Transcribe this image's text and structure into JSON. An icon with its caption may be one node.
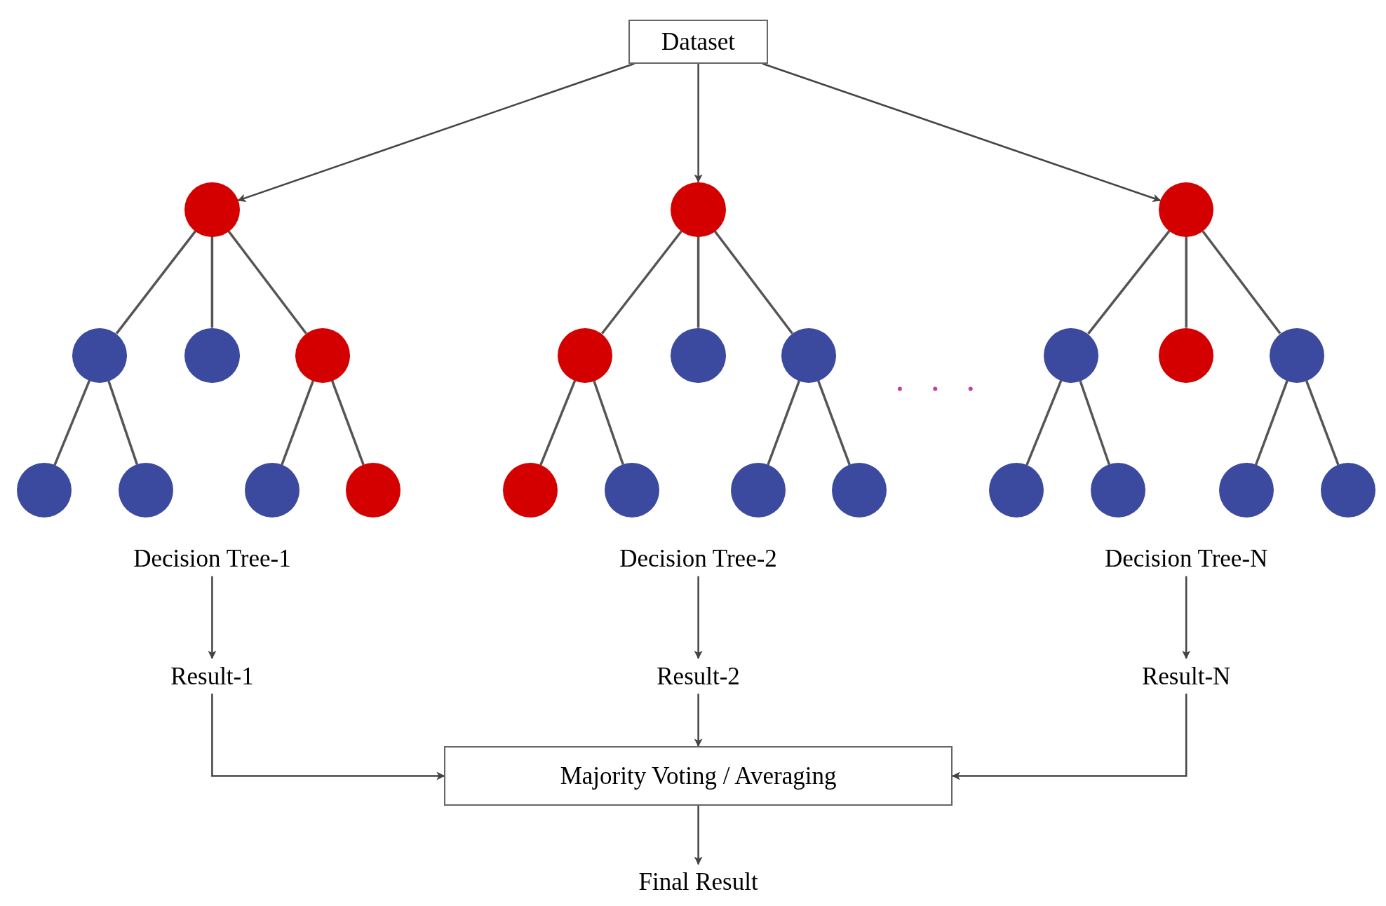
{
  "diagram": {
    "nodes": [
      {
        "text": [
          "Dataset"
        ]
      },
      {
        "text": [],
        "shape": "circle"
      },
      {
        "text": [],
        "shape": "circle"
      },
      {
        "text": [],
        "shape": "circle"
      },
      {
        "text": [],
        "shape": "circle"
      },
      {
        "text": [],
        "shape": "circle"
      },
      {
        "text": [],
        "shape": "circle"
      },
      {
        "text": [],
        "shape": "circle"
      },
      {
        "text": [],
        "shape": "circle"
      },
      {
        "text": [],
        "shape": "circle"
      },
      {
        "text": [],
        "shape": "circle"
      },
      {
        "text": [],
        "shape": "circle"
      },
      {
        "text": [],
        "shape": "circle"
      },
      {
        "text": [],
        "shape": "circle"
      },
      {
        "text": [],
        "shape": "circle"
      },
      {
        "text": [],
        "shape": "circle"
      },
      {
        "text": [],
        "shape": "circle"
      },
      {
        "text": [],
        "shape": "circle"
      },
      {
        "text": [],
        "shape": "circle"
      },
      {
        "text": [],
        "shape": "circle"
      },
      {
        "text": [],
        "shape": "circle"
      },
      {
        "text": [],
        "shape": "circle"
      },
      {
        "text": [],
        "shape": "circle"
      },
      {
        "text": [],
        "shape": "circle"
      },
      {
        "text": [],
        "shape": "circle"
      },
      {
        "text": [
          "Decision Tree-1"
        ]
      },
      {
        "text": [
          "Decision Tree-2"
        ]
      },
      {
        "text": [
          "Decision Tree-N"
        ]
      },
      {
        "text": [
          "Result-1"
        ]
      },
      {
        "text": [
          "Result-2"
        ]
      },
      {
        "text": [
          "Result-N"
        ]
      },
      {
        "text": [
          "Majority Voting / Averaging"
        ]
      },
      {
        "text": [
          "Final Result"
        ]
      }
    ],
    "edges": [
      {
        "from": 0,
        "to": 1,
        "arrow": "to"
      },
      {
        "from": 0,
        "to": 9,
        "arrow": "to"
      },
      {
        "from": 0,
        "to": 17,
        "arrow": "to"
      },
      {
        "from": 1,
        "to": 2,
        "arrow": "none"
      },
      {
        "from": 1,
        "to": 3,
        "arrow": "none"
      },
      {
        "from": 1,
        "to": 4,
        "arrow": "none"
      },
      {
        "from": 2,
        "to": 5,
        "arrow": "none"
      },
      {
        "from": 2,
        "to": 6,
        "arrow": "none"
      },
      {
        "from": 4,
        "to": 7,
        "arrow": "none"
      },
      {
        "from": 4,
        "to": 8,
        "arrow": "none"
      },
      {
        "from": 9,
        "to": 10,
        "arrow": "none"
      },
      {
        "from": 9,
        "to": 11,
        "arrow": "none"
      },
      {
        "from": 9,
        "to": 12,
        "arrow": "none"
      },
      {
        "from": 10,
        "to": 13,
        "arrow": "none"
      },
      {
        "from": 10,
        "to": 14,
        "arrow": "none"
      },
      {
        "from": 12,
        "to": 15,
        "arrow": "none"
      },
      {
        "from": 12,
        "to": 16,
        "arrow": "none"
      },
      {
        "from": 17,
        "to": 18,
        "arrow": "none"
      },
      {
        "from": 17,
        "to": 19,
        "arrow": "none"
      },
      {
        "from": 17,
        "to": 20,
        "arrow": "none"
      },
      {
        "from": 18,
        "to": 21,
        "arrow": "none"
      },
      {
        "from": 18,
        "to": 22,
        "arrow": "none"
      },
      {
        "from": 20,
        "to": 23,
        "arrow": "none"
      },
      {
        "from": 20,
        "to": 24,
        "arrow": "none"
      },
      {
        "from": 25,
        "to": 28,
        "arrow": "to"
      },
      {
        "from": 26,
        "to": 29,
        "arrow": "to"
      },
      {
        "from": 27,
        "to": 30,
        "arrow": "to"
      },
      {
        "from": 28,
        "to": 31,
        "arrow": "to"
      },
      {
        "from": 29,
        "to": 31,
        "arrow": "to"
      },
      {
        "from": 30,
        "to": 31,
        "arrow": "to"
      },
      {
        "from": 31,
        "to": 32,
        "arrow": "to"
      }
    ]
  }
}
